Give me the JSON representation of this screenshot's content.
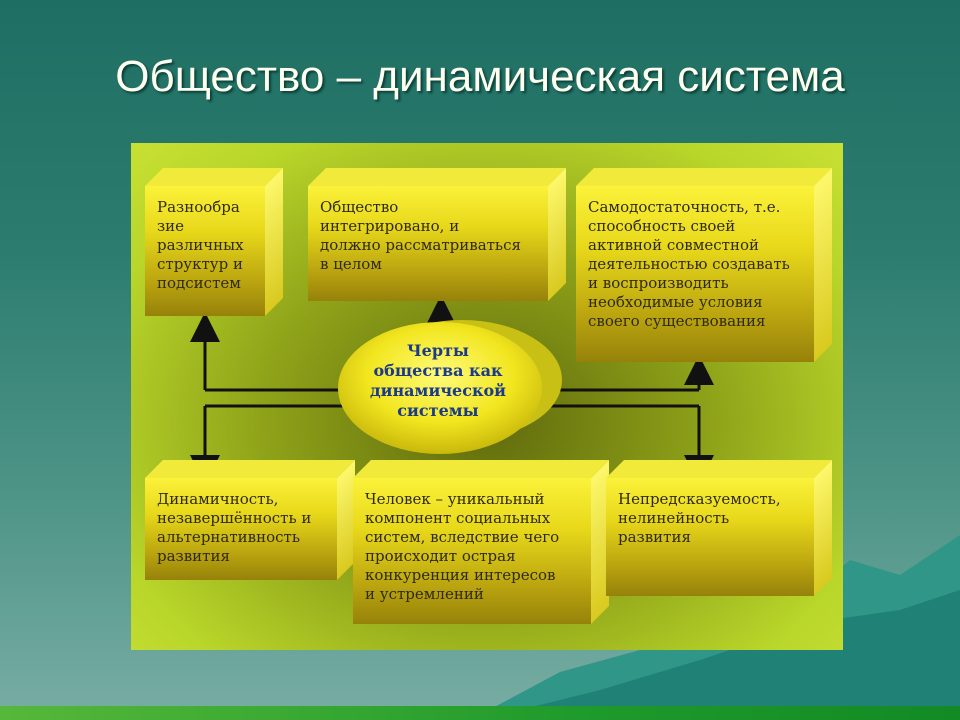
{
  "title": "Общество – динамическая система",
  "center": "Черты\nобщества как\nдинамической\nсистемы",
  "boxes": {
    "diversity": "Разнообра\nзие\nразличных\nструктур и\nподсистем",
    "integrated": "Общество\nинтегрировано, и\nдолжно рассматриваться\nв целом",
    "self_sufficiency": "Самодостаточность, т.е.\nспособность своей\nактивной совместной\nдеятельностью создавать\nи воспроизводить\nнеобходимые условия\nсвоего существования",
    "dynamism": "Динамичность,\nнезавершённость и\nальтернативность\nразвития",
    "human": "Человек – уникальный\nкомпонент социальных\nсистем, вследствие чего\nпроисходит острая\nконкуренция интересов\nи устремлений",
    "unpredictability": "Непредсказуемость,\nнелинейность\nразвития"
  },
  "colors": {
    "panel": "#b9d62a",
    "box": "#e8d81a",
    "arrow": "#111111",
    "center_text": "#1b3a8a"
  }
}
